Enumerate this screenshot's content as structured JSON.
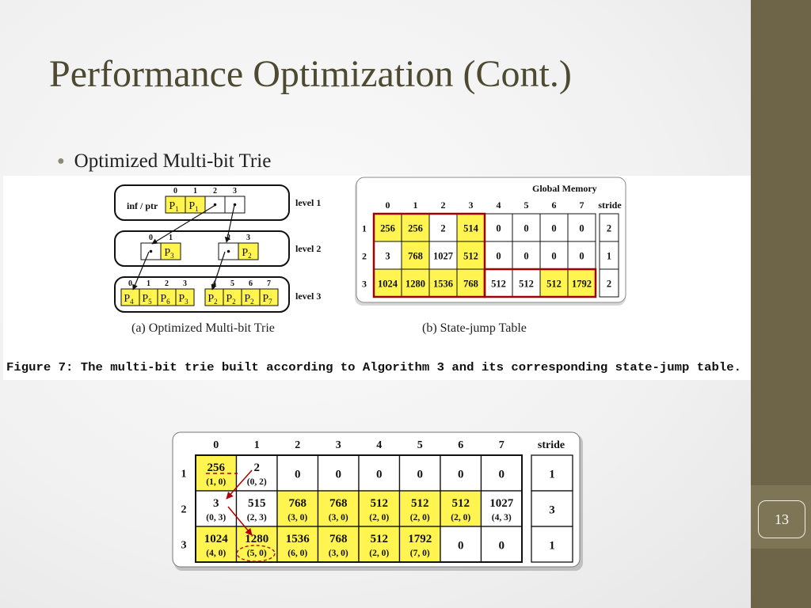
{
  "slide": {
    "title": "Performance Optimization (Cont.)",
    "bullet": "Optimized Multi-bit Trie",
    "page_number": "13"
  },
  "trie": {
    "levels": [
      {
        "label": "level 1",
        "indices": [
          "0",
          "1",
          "2",
          "3"
        ]
      },
      {
        "label": "level 2",
        "indices": [
          "0",
          "1",
          "2",
          "3"
        ]
      },
      {
        "label": "level 3",
        "indices": [
          "0",
          "1",
          "2",
          "3",
          "4",
          "5",
          "6",
          "7"
        ]
      }
    ],
    "inf_ptr_label": "inf / ptr",
    "level1_cells": [
      {
        "sub": "1"
      },
      {
        "sub": "1"
      }
    ],
    "level2_cells": [
      {
        "sub": "3"
      },
      {
        "sub": "2"
      }
    ],
    "level3_cells": [
      {
        "sub": "4"
      },
      {
        "sub": "5"
      },
      {
        "sub": "6"
      },
      {
        "sub": "3"
      },
      {
        "sub": "2"
      },
      {
        "sub": "2"
      },
      {
        "sub": "2"
      },
      {
        "sub": "7"
      }
    ],
    "prefix_letter": "P",
    "caption": "(a) Optimized Multi-bit Trie"
  },
  "state_table": {
    "header_title": "Global Memory",
    "columns": [
      "0",
      "1",
      "2",
      "3",
      "4",
      "5",
      "6",
      "7"
    ],
    "stride_label": "stride",
    "rows": [
      {
        "label": "1",
        "cells": [
          "256",
          "256",
          "2",
          "514",
          "0",
          "0",
          "0",
          "0"
        ],
        "stride": "2"
      },
      {
        "label": "2",
        "cells": [
          "3",
          "768",
          "1027",
          "512",
          "0",
          "0",
          "0",
          "0"
        ],
        "stride": "1"
      },
      {
        "label": "3",
        "cells": [
          "1024",
          "1280",
          "1536",
          "768",
          "512",
          "512",
          "512",
          "1792"
        ],
        "stride": "2"
      }
    ],
    "caption": "(b) State-jump Table"
  },
  "figure_caption": "Figure 7: The multi-bit trie built according to Algorithm 3 and its corresponding state-jump table.",
  "detail_table": {
    "columns": [
      "0",
      "1",
      "2",
      "3",
      "4",
      "5",
      "6",
      "7"
    ],
    "stride_label": "stride",
    "rows": [
      {
        "label": "1",
        "cells": [
          {
            "v": "256",
            "s": "(1, 0)"
          },
          {
            "v": "2",
            "s": "(0, 2)"
          },
          {
            "v": "0",
            "s": ""
          },
          {
            "v": "0",
            "s": ""
          },
          {
            "v": "0",
            "s": ""
          },
          {
            "v": "0",
            "s": ""
          },
          {
            "v": "0",
            "s": ""
          },
          {
            "v": "0",
            "s": ""
          }
        ],
        "stride": "1"
      },
      {
        "label": "2",
        "cells": [
          {
            "v": "3",
            "s": "(0, 3)"
          },
          {
            "v": "515",
            "s": "(2, 3)"
          },
          {
            "v": "768",
            "s": "(3, 0)"
          },
          {
            "v": "768",
            "s": "(3, 0)"
          },
          {
            "v": "512",
            "s": "(2, 0)"
          },
          {
            "v": "512",
            "s": "(2, 0)"
          },
          {
            "v": "512",
            "s": "(2, 0)"
          },
          {
            "v": "1027",
            "s": "(4, 3)"
          }
        ],
        "stride": "3"
      },
      {
        "label": "3",
        "cells": [
          {
            "v": "1024",
            "s": "(4, 0)"
          },
          {
            "v": "1280",
            "s": "(5, 0)"
          },
          {
            "v": "1536",
            "s": "(6, 0)"
          },
          {
            "v": "768",
            "s": "(3, 0)"
          },
          {
            "v": "512",
            "s": "(2, 0)"
          },
          {
            "v": "1792",
            "s": "(7, 0)"
          },
          {
            "v": "0",
            "s": ""
          },
          {
            "v": "0",
            "s": ""
          }
        ],
        "stride": "1"
      }
    ]
  },
  "colors": {
    "accent_olive": "#6e6549",
    "title_color": "#4d4a31",
    "highlight_yellow": "#fff450",
    "table_red_border": "#a00000"
  }
}
